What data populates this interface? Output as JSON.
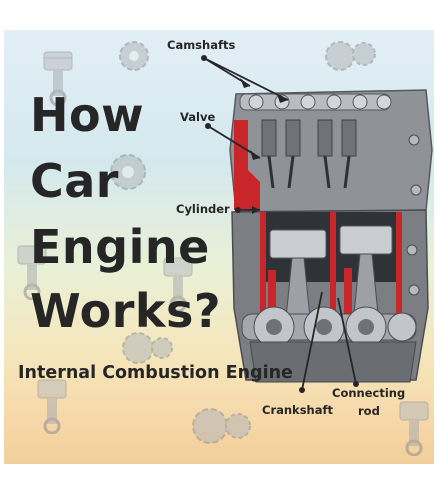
{
  "title": {
    "line1": "How",
    "line2": "Car",
    "line3": "Engine",
    "line4": "Works?"
  },
  "subtitle": "Internal Combustion Engine",
  "labels": {
    "camshafts": "Camshafts",
    "valve": "Valve",
    "cylinder": "Cylinder",
    "crankshaft": "Crankshaft",
    "connecting_rod_line1": "Connecting",
    "connecting_rod_line2": "rod"
  },
  "colors": {
    "text": "#262626",
    "engine_metal": "#8f9398",
    "cutaway_red": "#c8262b",
    "background_top": "#e3eef6",
    "background_bottom": "#f2cf9a"
  }
}
